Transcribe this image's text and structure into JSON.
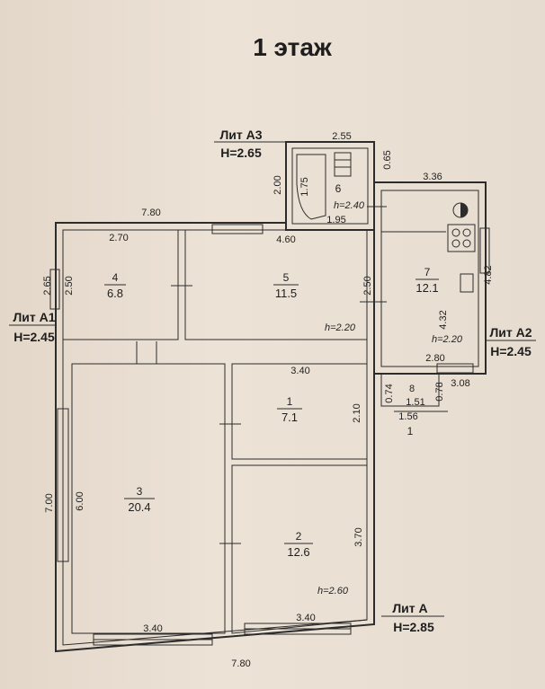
{
  "title": "1 этаж",
  "lits": {
    "a3_name": "Лит А3",
    "a3_h": "H=2.65",
    "a1_name": "Лит А1",
    "a1_h": "H=2.45",
    "a2_name": "Лит А2",
    "a2_h": "H=2.45",
    "a_name": "Лит А",
    "a_h": "H=2.85"
  },
  "rooms": {
    "r1": {
      "number": "1",
      "area": "7.1"
    },
    "r2": {
      "number": "2",
      "area": "12.6",
      "height": "h=2.60"
    },
    "r3": {
      "number": "3",
      "area": "20.4"
    },
    "r4": {
      "number": "4",
      "area": "6.8"
    },
    "r5": {
      "number": "5",
      "area": "11.5",
      "height": "h=2.20"
    },
    "r6": {
      "number": "6",
      "height": "h=2.40"
    },
    "r7": {
      "number": "7",
      "area": "12.1",
      "height": "h=2.20"
    },
    "r8": {
      "number": "8"
    }
  },
  "dims": {
    "top_780": "7.80",
    "bottom_780": "7.80",
    "a3_255": "2.55",
    "a3_065": "0.65",
    "a3_200": "2.00",
    "a3_175": "1.75",
    "a3_195": "1.95",
    "a2_336": "3.36",
    "a2_482": "4.82",
    "a2_432": "4.32",
    "a2_280": "2.80",
    "a2_308": "3.08",
    "r4_270": "2.70",
    "r4_250": "2.50",
    "left_265": "2.65",
    "r5_460": "4.60",
    "r5_250": "2.50",
    "r1_340": "3.40",
    "r1_210": "2.10",
    "r3_600": "6.00",
    "left_700": "7.00",
    "r3_340": "3.40",
    "r2_370": "3.70",
    "r2_340": "3.40",
    "p_074": "0.74",
    "p_151": "1.51",
    "p_078": "0.78",
    "p_156": "1.56",
    "p_1": "1"
  }
}
